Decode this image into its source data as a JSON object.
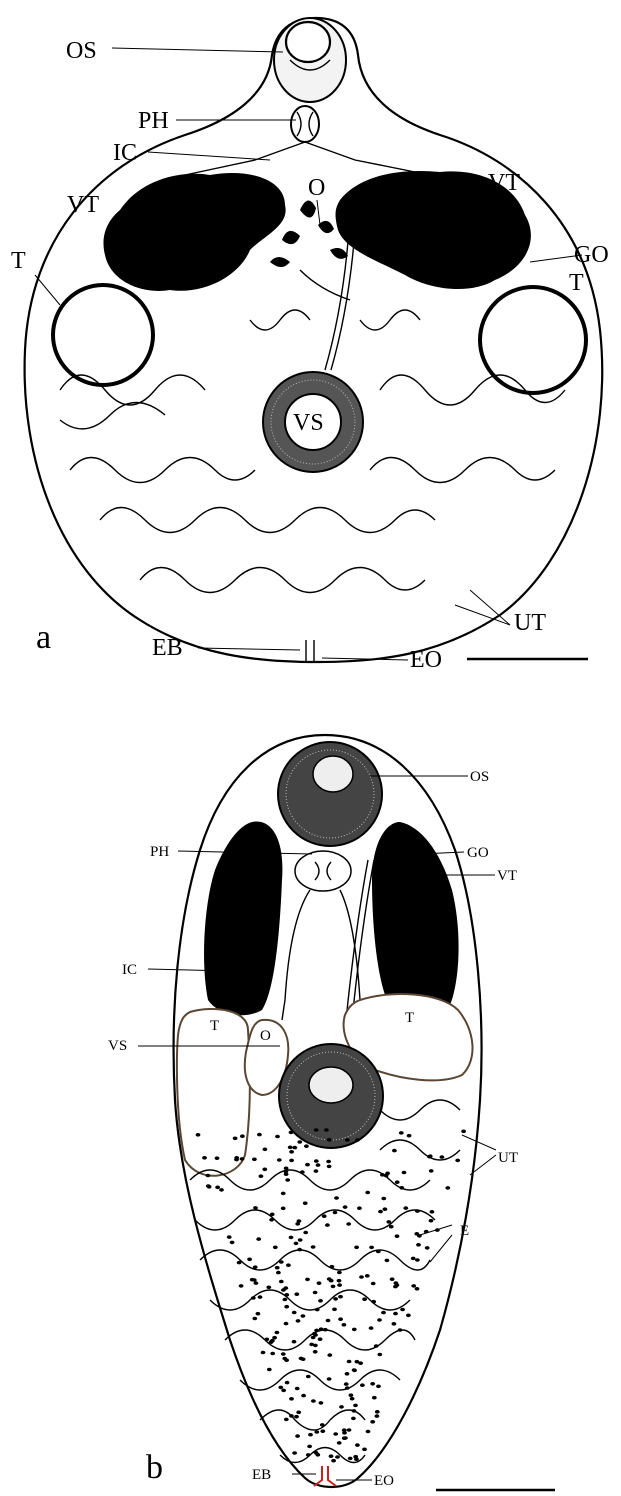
{
  "panel_a": {
    "letter": "a",
    "labels": {
      "os": "OS",
      "ph": "PH",
      "ic": "IC",
      "vt_left": "VT",
      "vt_right": "VT",
      "o": "O",
      "go": "GO",
      "t_left": "T",
      "t_right": "T",
      "vs": "VS",
      "ut": "UT",
      "eb": "EB",
      "eo": "EO"
    }
  },
  "panel_b": {
    "letter": "b",
    "labels": {
      "os": "OS",
      "ph": "PH",
      "go": "GO",
      "vt": "VT",
      "ic": "IC",
      "t_left": "T",
      "o": "O",
      "t_right": "T",
      "vs": "VS",
      "ut": "UT",
      "e": "E",
      "eb": "EB",
      "eo": "EO"
    }
  },
  "colors": {
    "ink": "#000000",
    "excretory_pore": "#cc2222",
    "testis_outline_b": "#5a4632"
  }
}
